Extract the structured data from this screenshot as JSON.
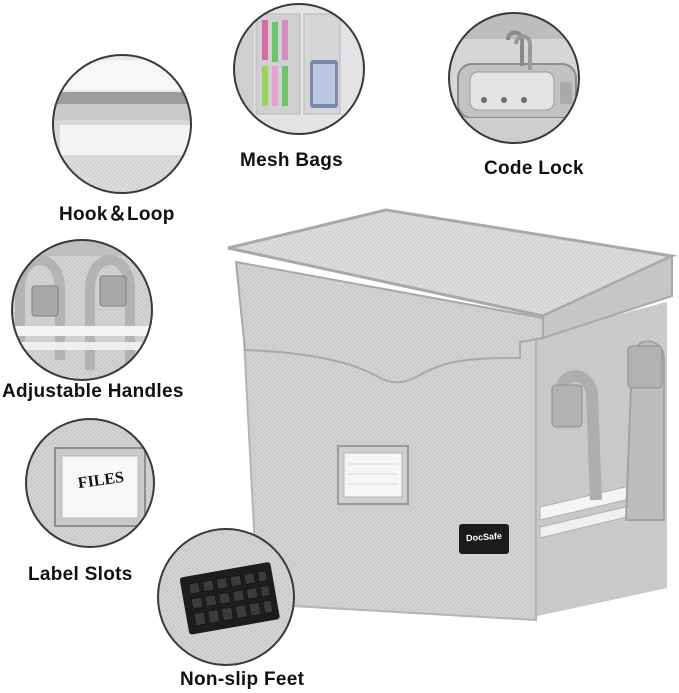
{
  "features": {
    "hook_loop": "Hook＆Loop",
    "mesh_bags": "Mesh Bags",
    "code_lock": "Code Lock",
    "adjustable_handles": "Adjustable Handles",
    "label_slots": "Label Slots",
    "non_slip_feet": "Non-slip Feet"
  },
  "label_card_text": "FILES",
  "brand_logo": "DocSafe",
  "colors": {
    "fabric": "#d4d4d6",
    "fabric_dark": "#b9b9bc",
    "lid": "#c9c9cc",
    "reflective_strip": "#f2f2f2",
    "caption_text": "#111111",
    "circle_border": "#3a3a3a"
  }
}
